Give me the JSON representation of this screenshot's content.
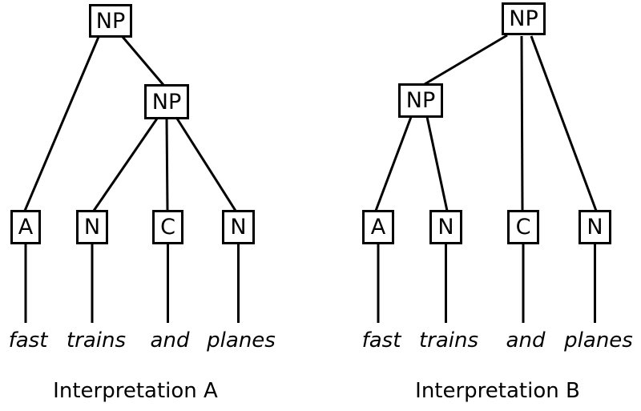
{
  "diagram": {
    "background_color": "#ffffff",
    "line_color": "#000000",
    "text_color": "#000000"
  },
  "trees": [
    {
      "caption": "Interpretation A",
      "root_label": "NP",
      "inner_label": "NP",
      "leaves": [
        {
          "tag": "A",
          "word": "fast"
        },
        {
          "tag": "N",
          "word": "trains"
        },
        {
          "tag": "C",
          "word": "and"
        },
        {
          "tag": "N",
          "word": "planes"
        }
      ]
    },
    {
      "caption": "Interpretation B",
      "root_label": "NP",
      "inner_label": "NP",
      "leaves": [
        {
          "tag": "A",
          "word": "fast"
        },
        {
          "tag": "N",
          "word": "trains"
        },
        {
          "tag": "C",
          "word": "and"
        },
        {
          "tag": "N",
          "word": "planes"
        }
      ]
    }
  ]
}
